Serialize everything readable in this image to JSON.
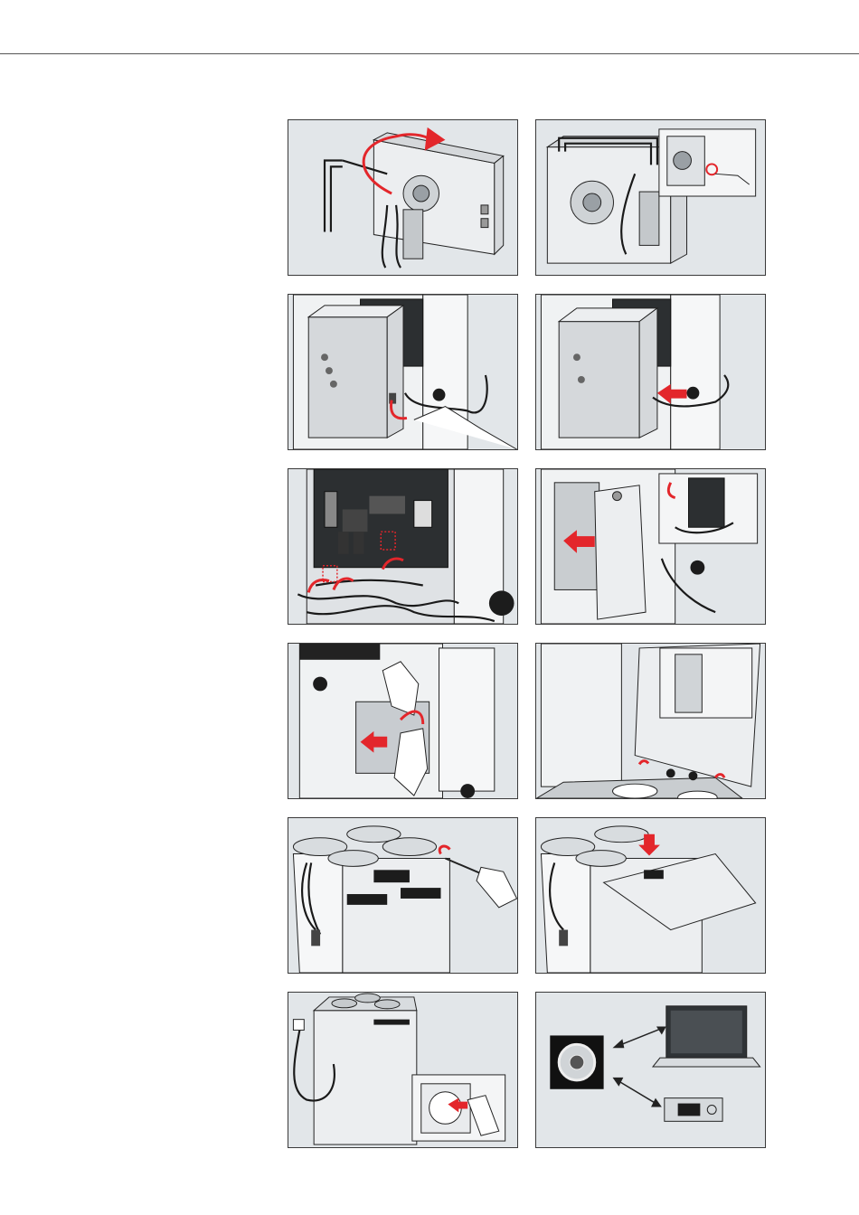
{
  "page": {
    "figures": [
      {
        "id": "remove-cover-rotate",
        "icons": [
          "rotate-arrow-icon"
        ]
      },
      {
        "id": "disconnect-fan-cable",
        "icons": [
          "detail-inset-icon",
          "hand-icon"
        ]
      },
      {
        "id": "unplug-connector",
        "icons": [
          "hand-icon",
          "curved-arrow-icon"
        ]
      },
      {
        "id": "slide-box",
        "icons": [
          "push-arrow-icon"
        ]
      },
      {
        "id": "release-connectors",
        "icons": [
          "curved-arrow-icon"
        ]
      },
      {
        "id": "attach-cover",
        "icons": [
          "push-arrow-icon",
          "detail-inset-icon"
        ]
      },
      {
        "id": "insert-board",
        "icons": [
          "hand-icon",
          "push-arrow-icon",
          "curved-arrow-icon"
        ]
      },
      {
        "id": "close-front-panel",
        "icons": [
          "detail-inset-icon",
          "curved-arrow-icon"
        ]
      },
      {
        "id": "tighten-screw",
        "icons": [
          "screwdriver-icon",
          "rotate-arrow-icon"
        ]
      },
      {
        "id": "mount-top-lid",
        "icons": [
          "down-arrow-icon"
        ]
      },
      {
        "id": "plug-in-power",
        "icons": [
          "wall-socket-icon",
          "plug-icon"
        ]
      },
      {
        "id": "connect-controller",
        "icons": [
          "gear-icon",
          "laptop-icon",
          "control-panel-icon"
        ]
      }
    ],
    "colors": {
      "accent": "#e3262b",
      "panel_bg": "#e2e6e9",
      "rule": "#555555"
    }
  }
}
